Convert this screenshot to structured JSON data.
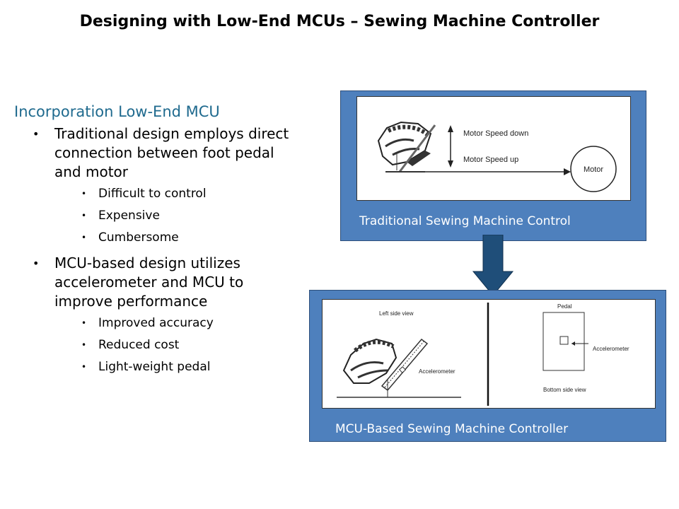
{
  "slide": {
    "title": "Designing with Low-End MCUs – Sewing Machine Controller"
  },
  "left": {
    "heading": "Incorporation Low-End MCU",
    "bullets": [
      {
        "text": "Traditional design employs direct connection between foot pedal and motor",
        "subs": [
          "Difficult to control",
          "Expensive",
          "Cumbersome"
        ]
      },
      {
        "text": "MCU-based design utilizes accelerometer and MCU to improve performance",
        "subs": [
          "Improved accuracy",
          "Reduced cost",
          "Light-weight pedal"
        ]
      }
    ]
  },
  "traditional": {
    "caption": "Traditional Sewing Machine Control",
    "speed_down": "Motor Speed down",
    "speed_up": "Motor Speed up",
    "motor": "Motor"
  },
  "mcu": {
    "caption": "MCU-Based Sewing Machine Controller",
    "left_view": "Left side view",
    "accel_left": "Accelerometer",
    "pedal": "Pedal",
    "accel_right": "Accelerometer",
    "bottom_view": "Bottom side view"
  },
  "colors": {
    "panel_blue": "#4e80bd",
    "arrow_blue": "#1f4e79",
    "heading_teal": "#1f6a8e"
  }
}
